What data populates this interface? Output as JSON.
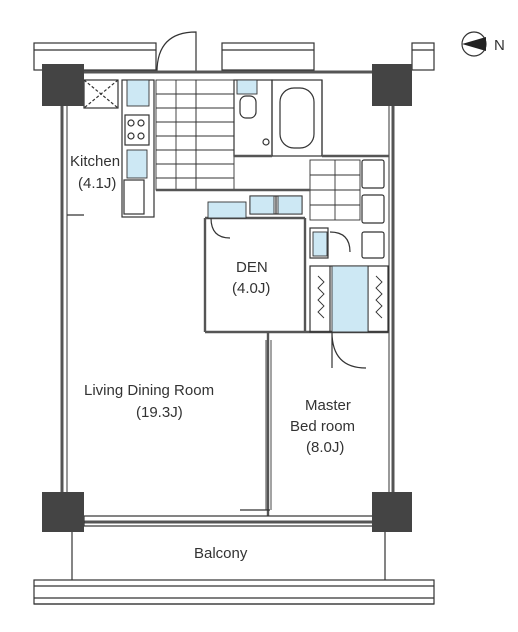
{
  "rooms": {
    "kitchen": {
      "name": "Kitchen",
      "size": "(4.1J)"
    },
    "den": {
      "name": "DEN",
      "size": "(4.0J)"
    },
    "living": {
      "name": "Living Dining Room",
      "size": "(19.3J)"
    },
    "master": {
      "name_line1": "Master",
      "name_line2": "Bed room",
      "size": "(8.0J)"
    },
    "balcony": {
      "name": "Balcony"
    }
  },
  "compass": {
    "label": "N"
  },
  "colors": {
    "wall": "#555555",
    "column": "#444444",
    "fixture": "#cde8f4",
    "line": "#333333"
  }
}
